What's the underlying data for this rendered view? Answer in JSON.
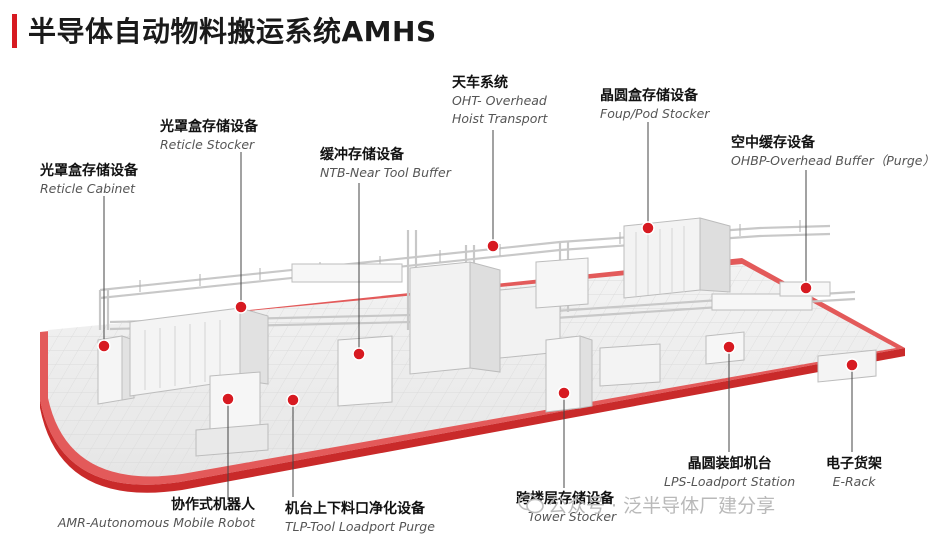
{
  "title": "半导体自动物料搬运系统AMHS",
  "labels": {
    "reticle_cabinet": {
      "zh": "光罩盒存储设备",
      "en": "Reticle Cabinet"
    },
    "reticle_stocker": {
      "zh": "光罩盒存储设备",
      "en": "Reticle Stocker"
    },
    "ntb": {
      "zh": "缓冲存储设备",
      "en": "NTB-Near Tool Buffer"
    },
    "oht": {
      "zh": "天车系统",
      "en1": "OHT- Overhead",
      "en2": "Hoist Transport"
    },
    "foup_stocker": {
      "zh": "晶圆盒存储设备",
      "en": "Foup/Pod Stocker"
    },
    "ohbp": {
      "zh": "空中缓存设备",
      "en": "OHBP-Overhead Buffer（Purge）"
    },
    "amr": {
      "zh": "协作式机器人",
      "en": "AMR-Autonomous Mobile Robot"
    },
    "tlp": {
      "zh": "机台上下料口净化设备",
      "en": "TLP-Tool Loadport Purge"
    },
    "tower_stocker": {
      "zh": "跨楼层存储设备",
      "en": "Tower Stocker"
    },
    "lps": {
      "zh": "晶圆装卸机台",
      "en": "LPS-Loadport Station"
    },
    "erack": {
      "zh": "电子货架",
      "en": "E-Rack"
    }
  },
  "watermark": "公众号 · 泛半导体厂建分享",
  "colors": {
    "accent": "#d71a21",
    "floor": "#eeeeee",
    "equipment": "#f4f4f4",
    "line": "#444444"
  }
}
